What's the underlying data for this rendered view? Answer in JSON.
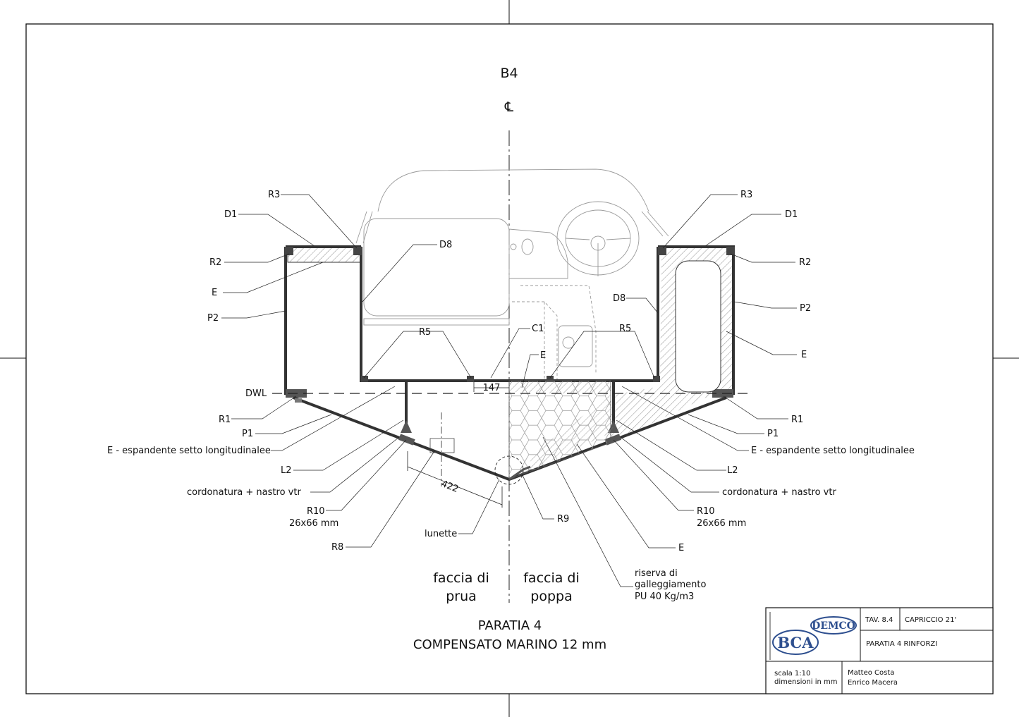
{
  "drawing": {
    "section_id": "B4",
    "centerline_symbol": "℄",
    "face_left": [
      "faccia di",
      "prua"
    ],
    "face_right": [
      "faccia di",
      "poppa"
    ],
    "title_line1": "PARATIA 4",
    "title_line2": "COMPENSATO MARINO 12 mm",
    "dim_147": "147",
    "dim_422": "422",
    "waterline": "DWL",
    "reserve_note": [
      "riserva di",
      "galleggiamento",
      "PU 40 Kg/m3"
    ]
  },
  "labels_left": {
    "r3": "R3",
    "d1": "D1",
    "r2": "R2",
    "e": "E",
    "p2": "P2",
    "d8": "D8",
    "r5": "R5",
    "c1": "C1",
    "r1": "R1",
    "p1": "P1",
    "e_foam": "E - espandente setto longitudinalee",
    "l2": "L2",
    "cord": "cordonatura + nastro vtr",
    "r10": "R10",
    "r10_size": "26x66 mm",
    "lunette": "lunette",
    "r8": "R8"
  },
  "labels_right": {
    "r3": "R3",
    "d1": "D1",
    "r2": "R2",
    "p2": "P2",
    "e": "E",
    "d8": "D8",
    "r5": "R5",
    "e_mid": "E",
    "r1": "R1",
    "p1": "P1",
    "e_foam": "E - espandente setto longitudinalee",
    "l2": "L2",
    "cord": "cordonatura + nastro vtr",
    "r10": "R10",
    "r10_size": "26x66 mm",
    "r9": "R9",
    "e_low": "E"
  },
  "title_block": {
    "logo_top": "DEMCO",
    "logo_main": "BCA",
    "tav": "TAV. 8.4",
    "project": "CAPRICCIO 21'",
    "subject": "PARATIA 4 RINFORZI",
    "scale": "scala 1:10",
    "units": "dimensioni in mm",
    "author1": "Matteo Costa",
    "author2": "Enrico Macera"
  }
}
